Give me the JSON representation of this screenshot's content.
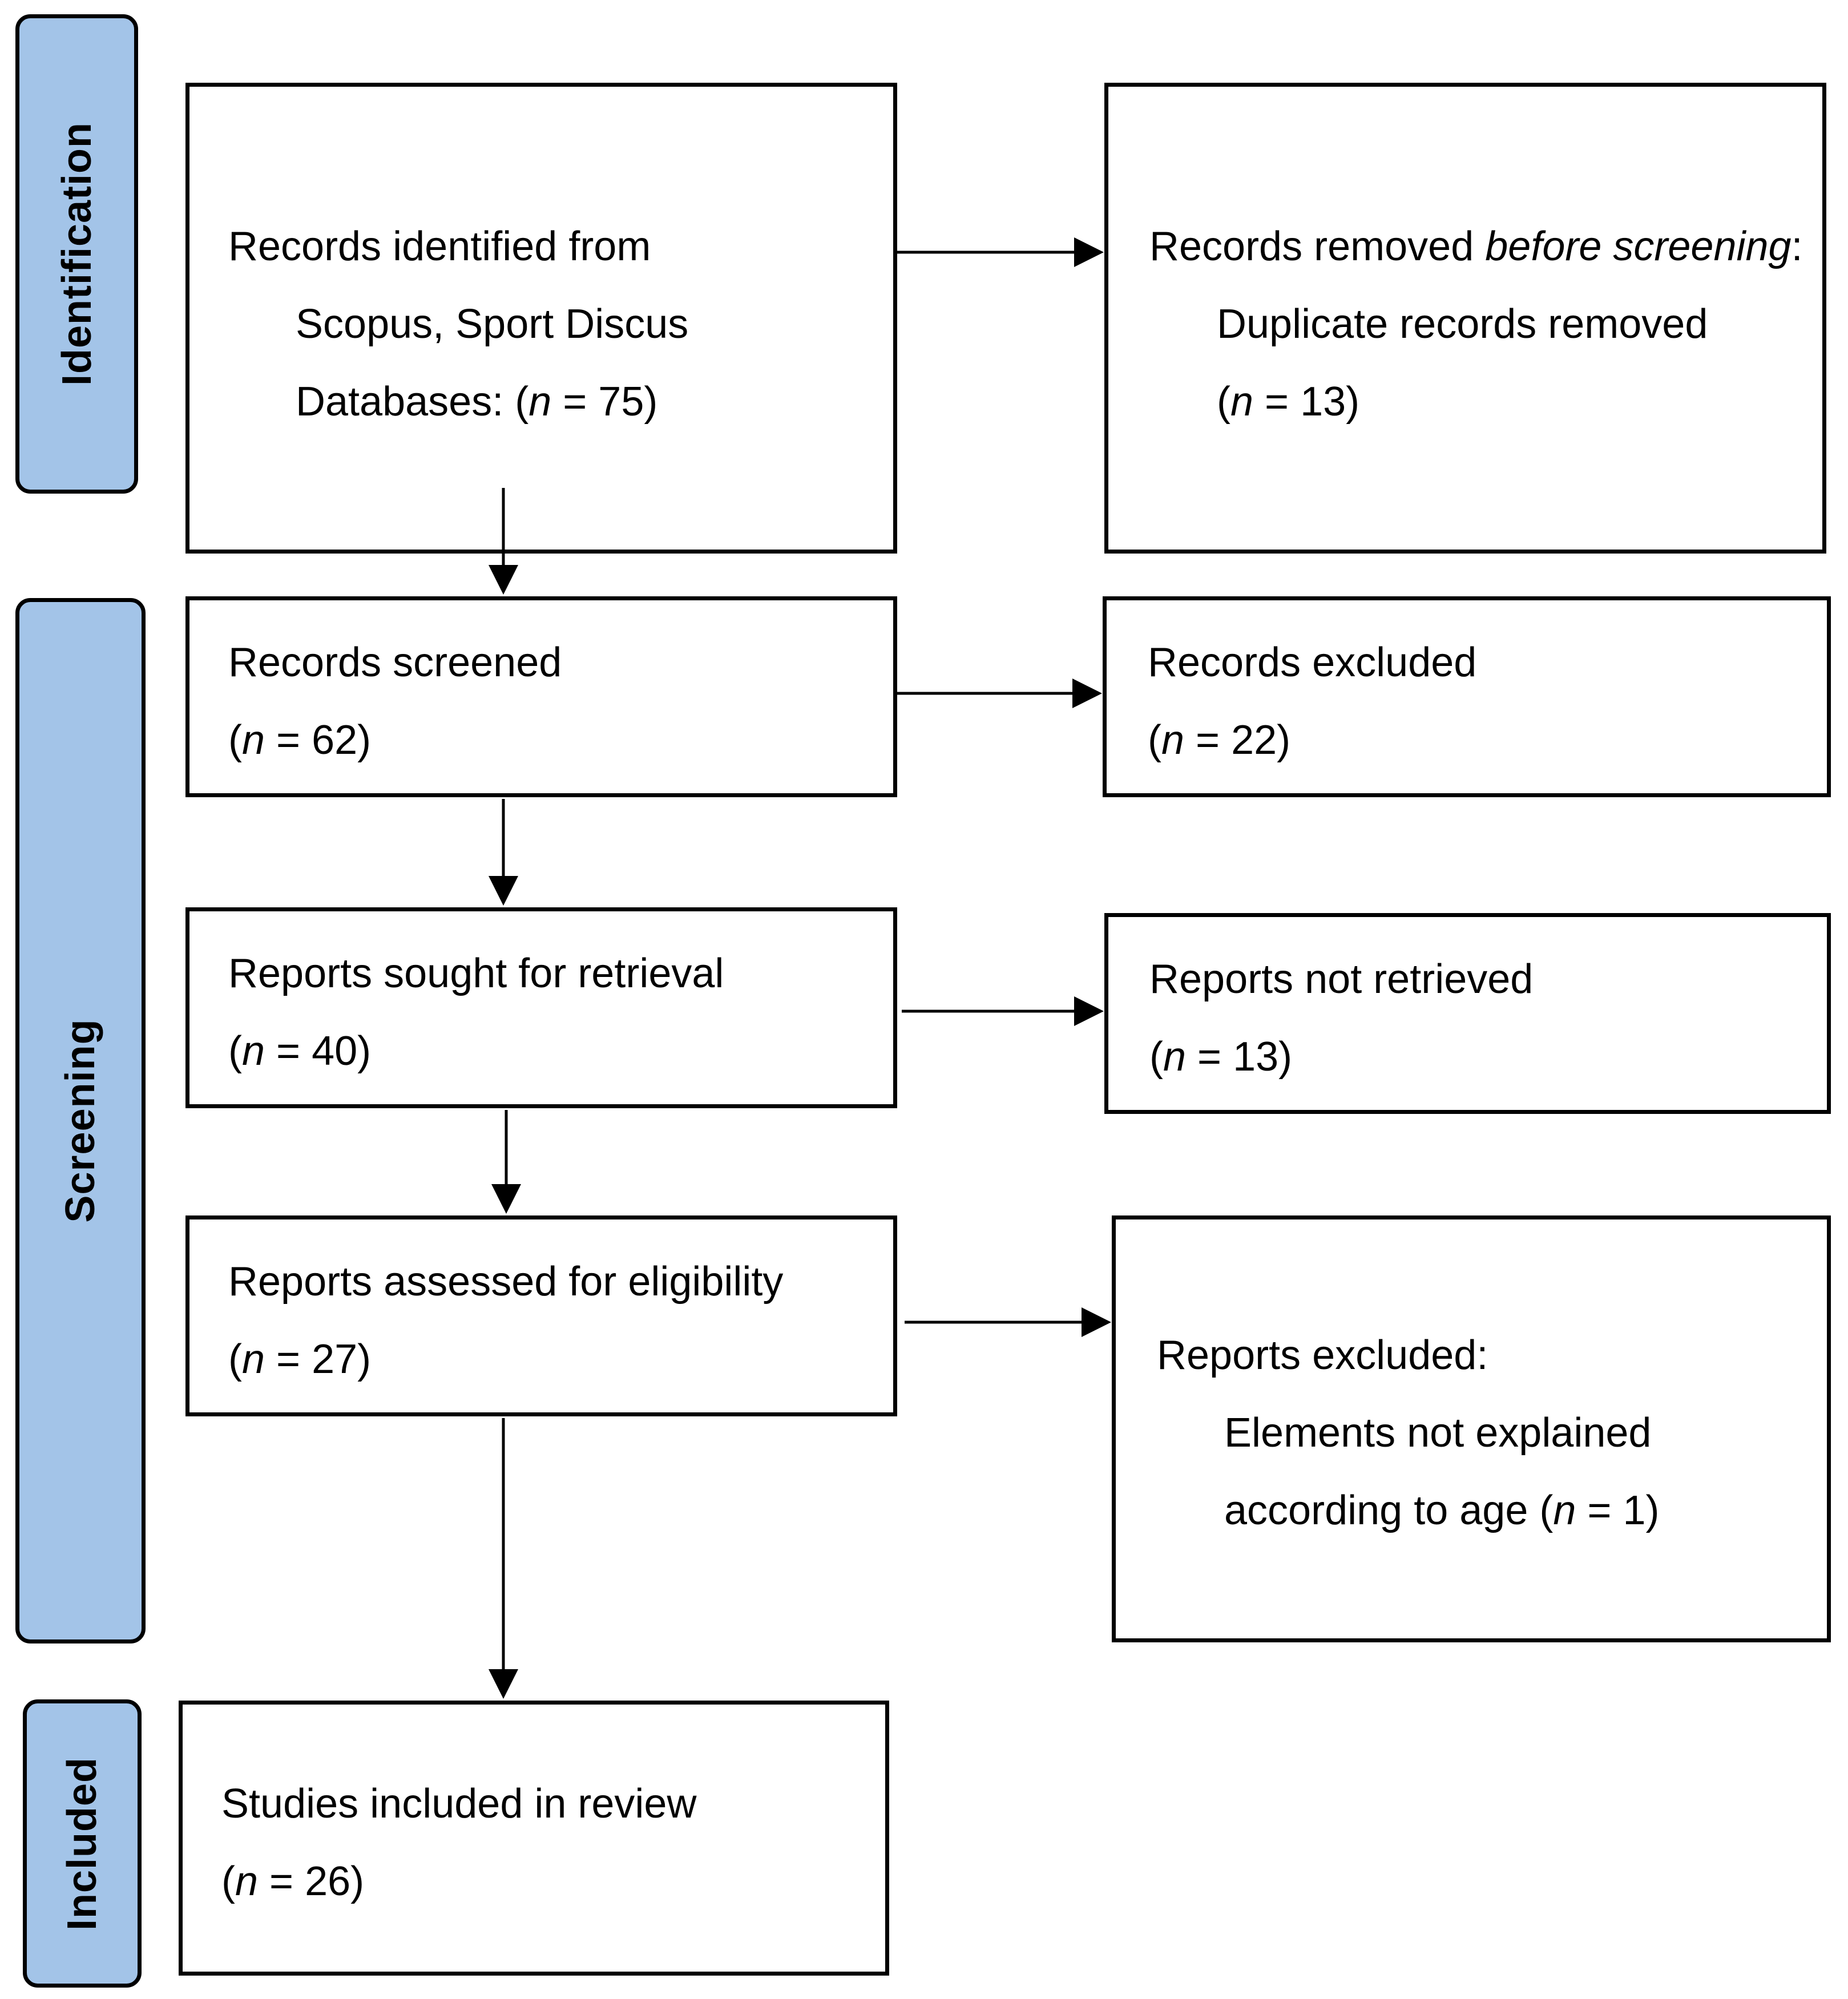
{
  "phases": {
    "identification": "Identification",
    "screening": "Screening",
    "included": "Included"
  },
  "boxes": {
    "identified": {
      "line1": "Records identified from",
      "line2": "Scopus, Sport Discus",
      "line3_prefix": "Databases: (",
      "n_label": "n",
      "line3_suffix": " = 75)"
    },
    "removed": {
      "line1_prefix": "Records removed ",
      "line1_italic": "before screening",
      "line1_suffix": ":",
      "line2": "Duplicate records removed",
      "line3_prefix": "(",
      "n_label": "n",
      "line3_suffix": " = 13)"
    },
    "screened": {
      "line1": "Records screened",
      "line2_prefix": "(",
      "n_label": "n",
      "line2_suffix": " = 62)"
    },
    "excluded": {
      "line1": "Records excluded",
      "line2_prefix": "(",
      "n_label": "n",
      "line2_suffix": " = 22)"
    },
    "sought": {
      "line1": "Reports sought for retrieval",
      "line2_prefix": "(",
      "n_label": "n",
      "line2_suffix": " = 40)"
    },
    "not_retrieved": {
      "line1": "Reports not retrieved",
      "line2_prefix": "(",
      "n_label": "n",
      "line2_suffix": " = 13)"
    },
    "assessed": {
      "line1": "Reports assessed for eligibility",
      "line2_prefix": "(",
      "n_label": "n",
      "line2_suffix": " = 27)"
    },
    "reports_excluded": {
      "line1": "Reports excluded:",
      "line2": "Elements not explained",
      "line3_prefix": "according to age (",
      "n_label": "n",
      "line3_suffix": " = 1)"
    },
    "included": {
      "line1": "Studies included in review",
      "line2_prefix": "(",
      "n_label": "n",
      "line2_suffix": " = 26)"
    }
  },
  "colors": {
    "phase_fill": "#a3c4e8",
    "stroke": "#000000",
    "background": "#ffffff"
  }
}
